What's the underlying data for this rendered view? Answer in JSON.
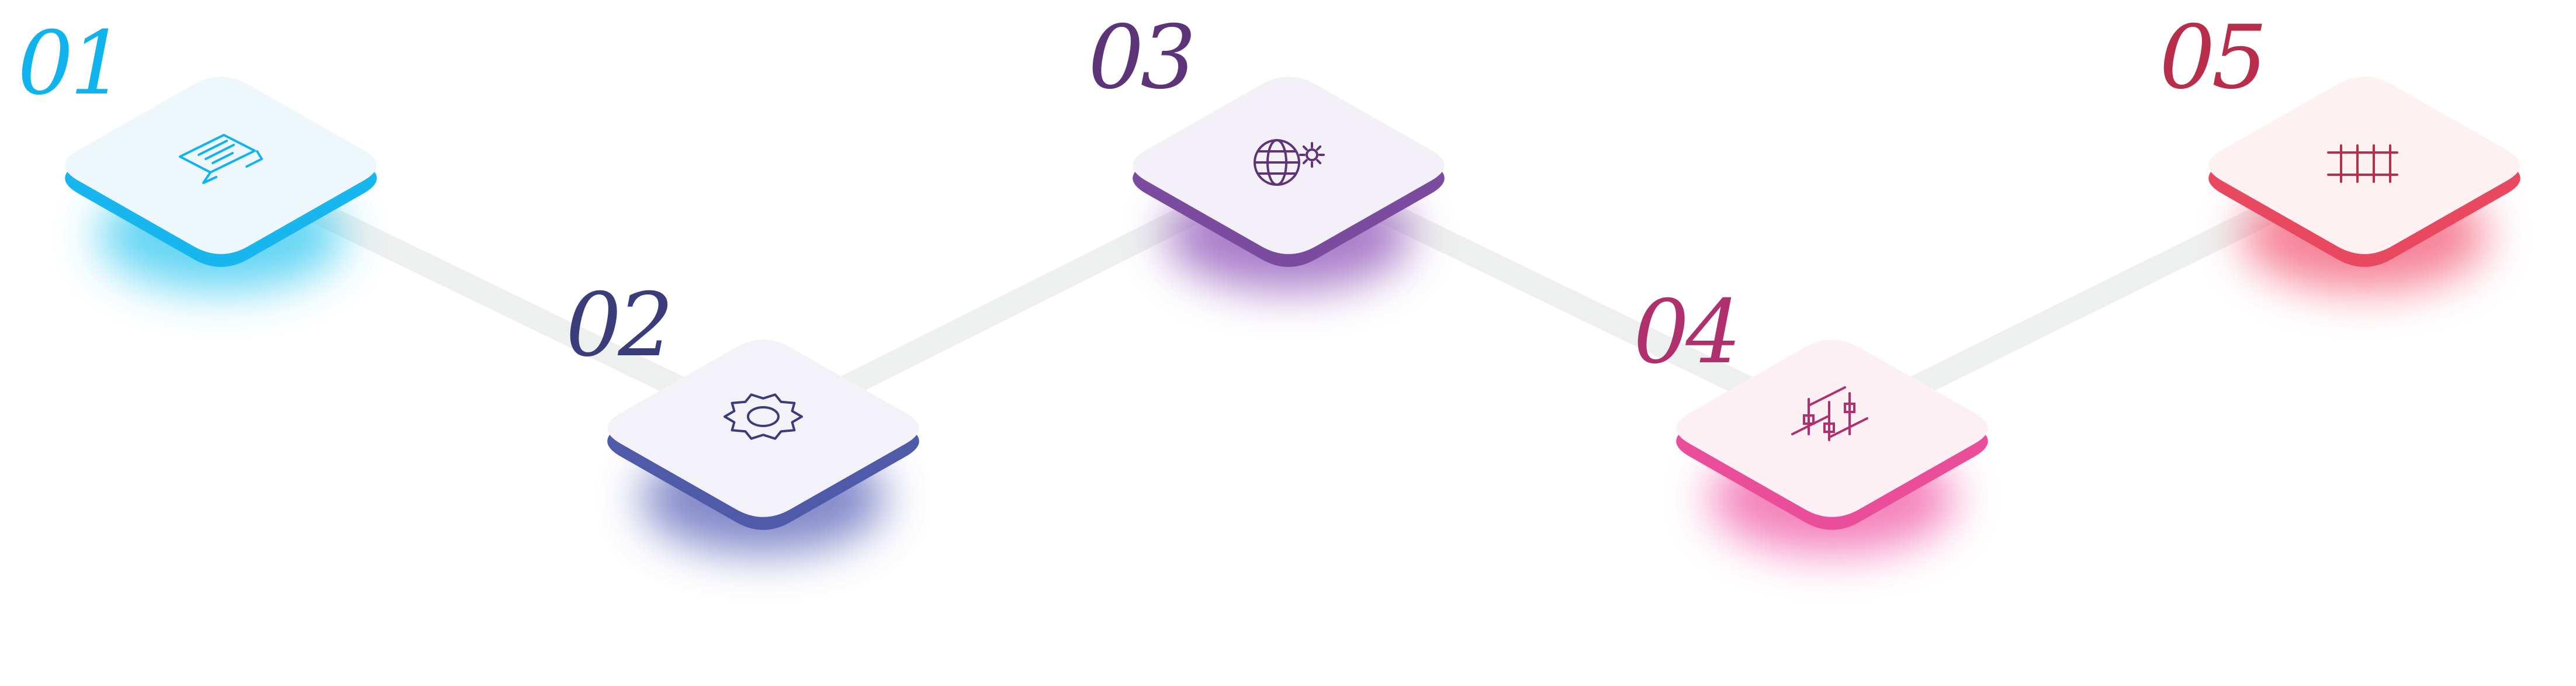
{
  "colors": {
    "connector": "#eef0ef",
    "background": "#ffffff"
  },
  "steps": [
    {
      "number": "01",
      "icon": "chat-bubble-icon",
      "color": "#10b4ec",
      "face": "#eef7fc",
      "side": "#17b6ee",
      "glow": "#33c8f0"
    },
    {
      "number": "02",
      "icon": "gear-icon",
      "color": "#3b3d7a",
      "face": "#f3f2f9",
      "side": "#4f5aa8",
      "glow": "#5a63b8"
    },
    {
      "number": "03",
      "icon": "globe-sun-icon",
      "color": "#5e3478",
      "face": "#f4f0f8",
      "side": "#7a4b9e",
      "glow": "#8e52b8"
    },
    {
      "number": "04",
      "icon": "sliders-icon",
      "color": "#b0306e",
      "face": "#fdf0f5",
      "side": "#ea4e9b",
      "glow": "#f05aa5"
    },
    {
      "number": "05",
      "icon": "ladder-icon",
      "color": "#b82e4a",
      "face": "#fdf1f2",
      "side": "#e84860",
      "glow": "#f25a75"
    }
  ]
}
